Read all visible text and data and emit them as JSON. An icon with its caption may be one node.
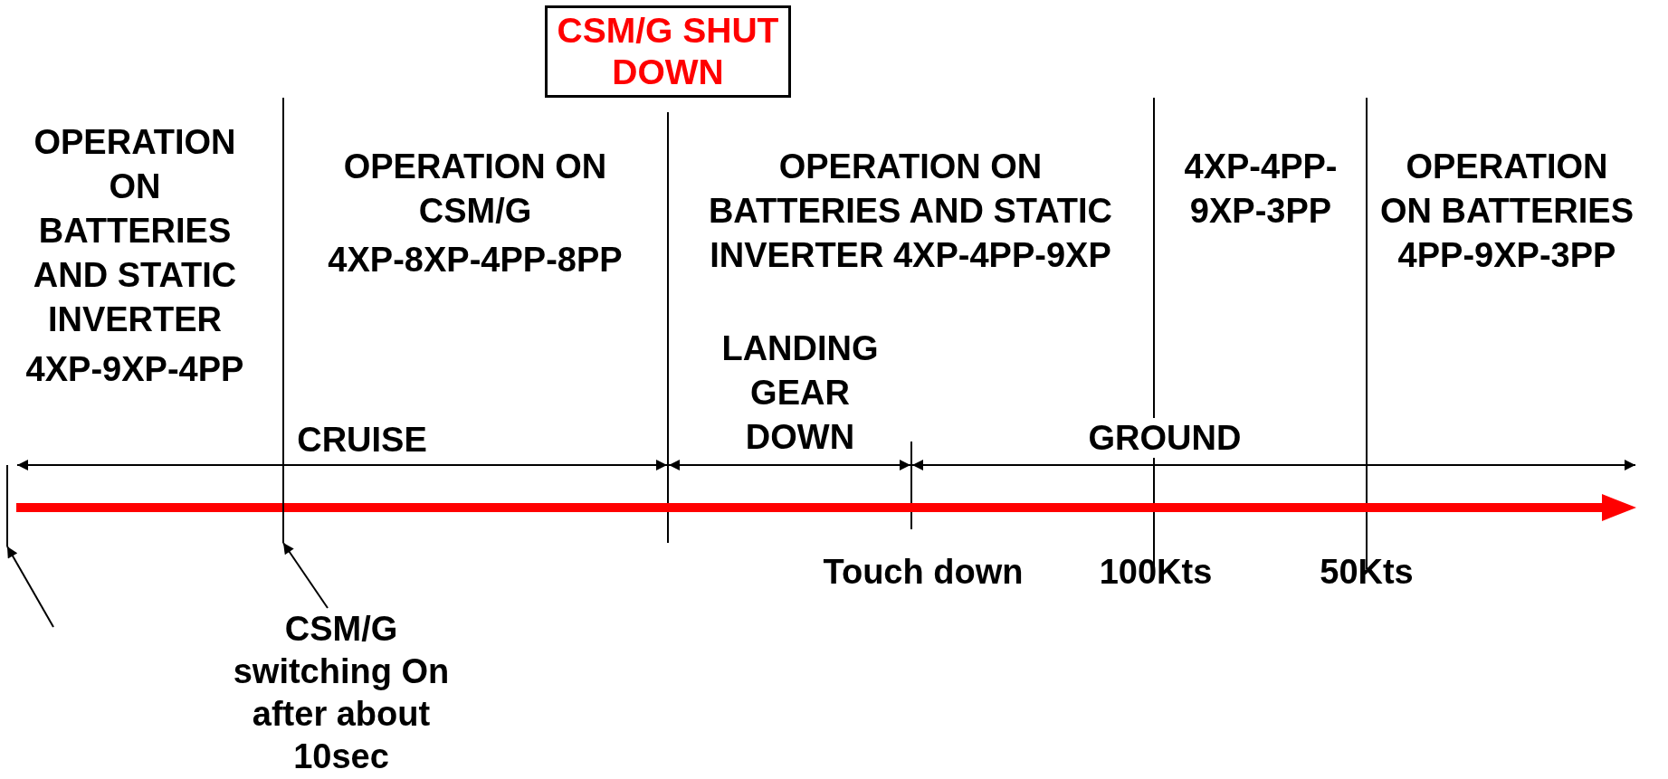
{
  "diagram": {
    "nodes": [
      {
        "text": [
          "CSM/G SHUT DOWN"
        ]
      },
      {
        "text": [],
        "shape": "bar"
      },
      {
        "text": [],
        "shape": "bar"
      },
      {
        "text": [
          "CSM/G switching On after about 10sec"
        ]
      }
    ],
    "edges": [
      {
        "from": null,
        "to": 1,
        "arrow": "to"
      },
      {
        "from": 3,
        "to": 2,
        "arrow": "to"
      }
    ],
    "labels": [
      "OPERATION ON BATTERIES AND STATIC INVERTER",
      "OPERATION ON CSM/G",
      "4XP-8XP-4PP-8PP",
      "OPERATION ON BATTERIES AND STATIC INVERTER 4XP-4PP-9XP",
      "4XP-4PP-9XP-3PP",
      "OPERATION ON BATTERIES 4PP-9XP-3PP",
      "4XP-9XP-4PP",
      "LANDING GEAR DOWN",
      "CRUISE",
      "GROUND",
      "Touch down",
      "100Kts",
      "50Kts"
    ]
  }
}
